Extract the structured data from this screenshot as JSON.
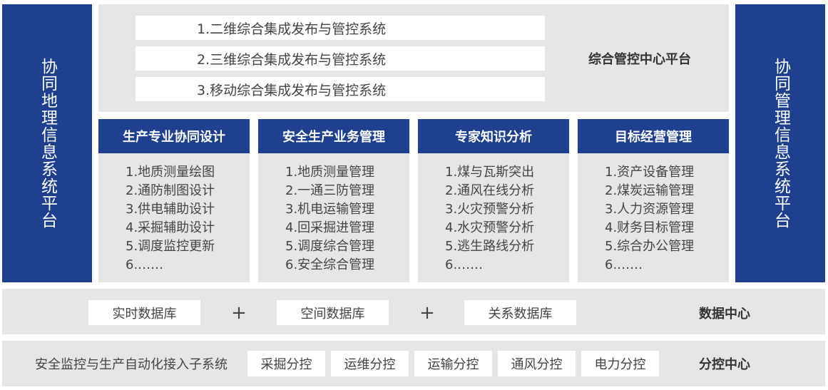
{
  "left_platform": "协同地理信息系统平台",
  "right_platform": "协同管理信息系统平台",
  "top_panel": {
    "title": "综合管控中心平台",
    "systems": [
      "1.二维综合集成发布与管控系统",
      "2.三维综合集成发布与管控系统",
      "3.移动综合集成发布与管控系统"
    ]
  },
  "modules": [
    {
      "title": "生产专业协同设计",
      "items": [
        "1.地质测量绘图",
        "2.通防制图设计",
        "3.供电辅助设计",
        "4.采掘辅助设计",
        "5.调度监控更新",
        "6.……"
      ]
    },
    {
      "title": "安全生产业务管理",
      "items": [
        "1.地质测量管理",
        "2.一通三防管理",
        "3.机电运输管理",
        "4.回采掘进管理",
        "5.调度综合管理",
        "6.安全综合管理"
      ]
    },
    {
      "title": "专家知识分析",
      "items": [
        "1.煤与瓦斯突出",
        "2.通风在线分析",
        "3.火灾预警分析",
        "4.水灾预警分析",
        "5.逃生路线分析",
        "6.……"
      ]
    },
    {
      "title": "目标经营管理",
      "items": [
        "1.资产设备管理",
        "2.煤炭运输管理",
        "3.人力资源管理",
        "4.财务目标管理",
        "5.综合办公管理",
        "6.……"
      ]
    }
  ],
  "data_center": {
    "title": "数据中心",
    "plus": "+",
    "databases": [
      "实时数据库",
      "空间数据库",
      "关系数据库"
    ]
  },
  "control_center": {
    "title": "分控中心",
    "label": "安全监控与生产自动化接入子系统",
    "controls": [
      "采掘分控",
      "运维分控",
      "运输分控",
      "通风分控",
      "电力分控"
    ]
  }
}
